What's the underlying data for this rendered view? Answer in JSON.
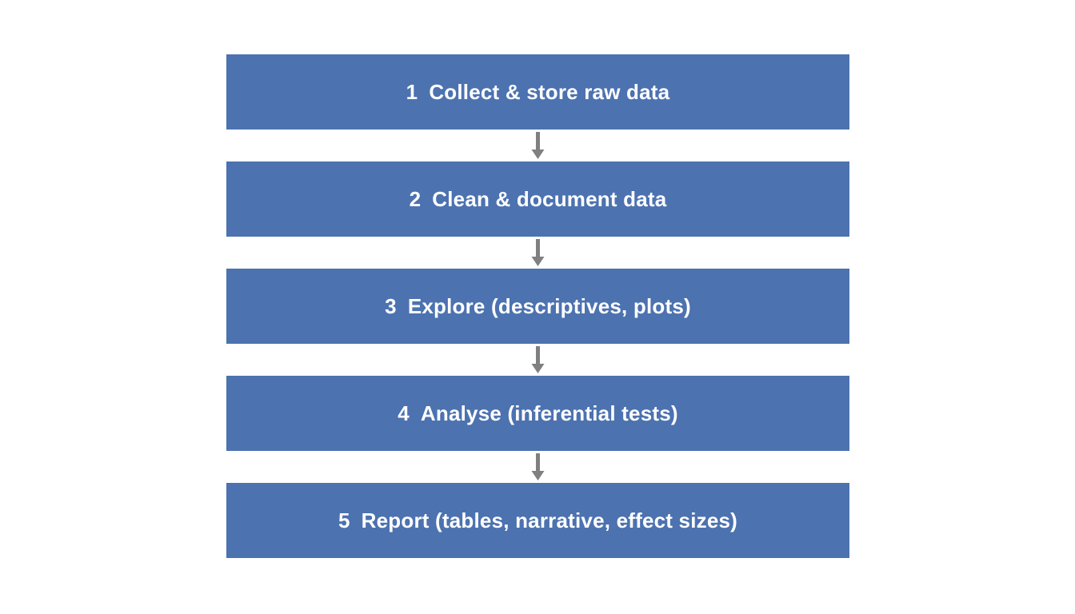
{
  "diagram": {
    "colors": {
      "box": "#4C72B0",
      "text": "#FFFFFF",
      "arrow": "#808080",
      "background": "#FFFFFF"
    },
    "steps": [
      {
        "number": "1",
        "label": "Collect & store raw data"
      },
      {
        "number": "2",
        "label": "Clean & document data"
      },
      {
        "number": "3",
        "label": "Explore (descriptives, plots)"
      },
      {
        "number": "4",
        "label": "Analyse (inferential tests)"
      },
      {
        "number": "5",
        "label": "Report (tables, narrative, effect sizes)"
      }
    ]
  }
}
